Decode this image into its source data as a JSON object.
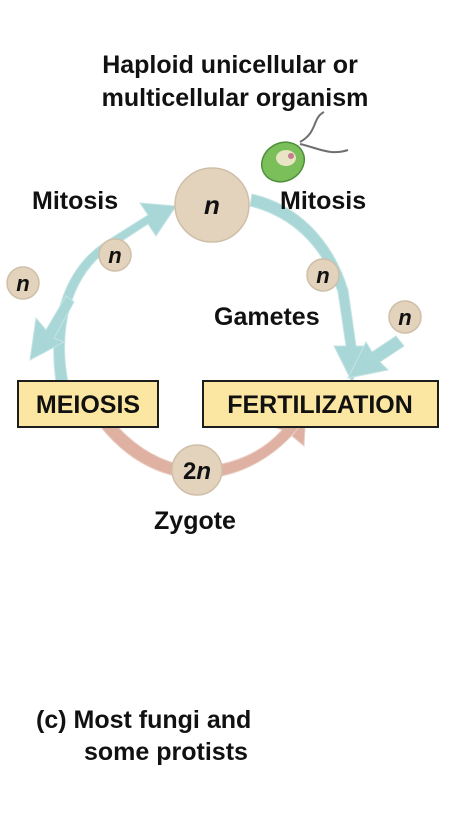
{
  "title_line1": "Haploid unicellular or",
  "title_line2": "multicellular organism",
  "labels": {
    "mitosis_left": "Mitosis",
    "mitosis_right": "Mitosis",
    "gametes": "Gametes",
    "meiosis": "MEIOSIS",
    "fertilization": "FERTILIZATION",
    "zygote": "Zygote"
  },
  "ploidy": {
    "haploid": "n",
    "diploid_number": "2",
    "diploid_letter": "n"
  },
  "caption": {
    "letter": "(c)",
    "line1": "Most fungi and",
    "line2": "some protists"
  },
  "colors": {
    "haploid_arrow": "#a9d6d6",
    "diploid_arrow": "#dfb1a3",
    "cell_fill": "#e3d3bd",
    "box_fill": "#fbe7a1",
    "box_border": "#1d1d1d"
  }
}
